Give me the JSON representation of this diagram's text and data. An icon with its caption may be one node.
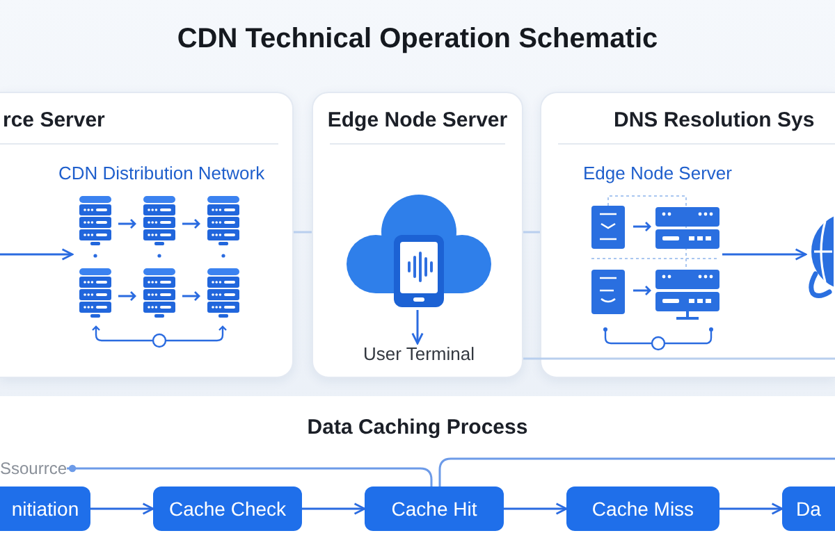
{
  "diagram": {
    "title": "CDN Technical Operation Schematic",
    "nodes": [
      {
        "text": [
          "rce Server",
          "CDN Distribution Network"
        ]
      },
      {
        "text": [],
        "shape": "picture",
        "in": 0
      },
      {
        "text": [
          "Edge Node Server"
        ]
      },
      {
        "text": [],
        "shape": "picture",
        "in": 2
      },
      {
        "text": [
          "User Terminal"
        ],
        "in": 2
      },
      {
        "text": [
          "DNS Resolution Sys",
          "Edge Node Server"
        ]
      },
      {
        "text": [],
        "shape": "picture",
        "in": 5
      },
      {
        "text": [],
        "shape": "picture",
        "in": 5
      },
      {
        "text": [
          "Data Caching Process"
        ]
      },
      {
        "text": [
          "Ssourrce"
        ],
        "in": 8
      },
      {
        "text": [
          "nitiation"
        ],
        "in": 8
      },
      {
        "text": [
          "Cache Check"
        ],
        "in": 8
      },
      {
        "text": [
          "Cache Hit"
        ],
        "in": 8
      },
      {
        "text": [
          "Cache Miss"
        ],
        "in": 8
      },
      {
        "text": [
          "Da"
        ],
        "in": 8
      }
    ],
    "edges": [
      {
        "from": null,
        "to": 1,
        "arrow": "to"
      },
      {
        "from": 0,
        "to": 2,
        "arrow": "none",
        "color": "#b9cfee"
      },
      {
        "from": 2,
        "to": 5,
        "arrow": "none",
        "color": "#b9cfee"
      },
      {
        "from": 3,
        "to": 4,
        "arrow": "to"
      },
      {
        "from": 6,
        "to": 7,
        "arrow": "to"
      },
      {
        "from": 2,
        "to": 5,
        "arrow": "none",
        "color": "#b9cfee"
      },
      {
        "from": 9,
        "to": 12,
        "arrow": "other",
        "color": "#6d9be8"
      },
      {
        "from": 12,
        "to": null,
        "arrow": "none",
        "color": "#6d9be8"
      },
      {
        "from": 10,
        "to": 11,
        "arrow": "to"
      },
      {
        "from": 11,
        "to": 12,
        "arrow": "to"
      },
      {
        "from": 12,
        "to": 13,
        "arrow": "to"
      },
      {
        "from": 13,
        "to": 14,
        "arrow": "to"
      }
    ]
  }
}
